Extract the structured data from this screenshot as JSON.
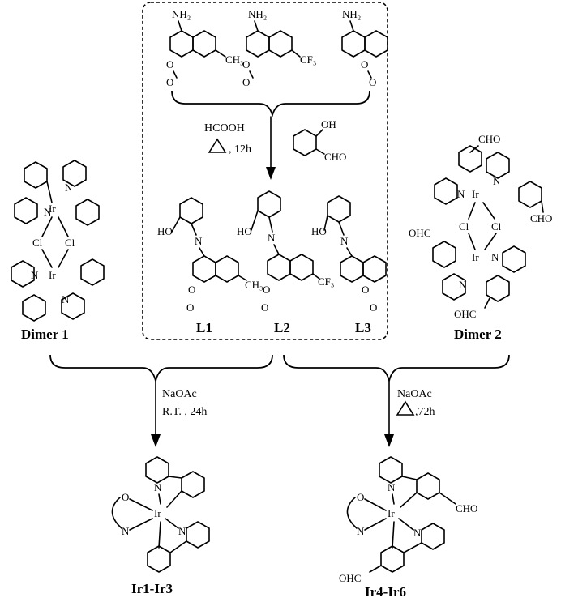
{
  "atoms": {
    "nh2": "NH₂",
    "ch3": "CH₃",
    "cf3": "CF₃",
    "o": "O",
    "oh": "OH",
    "ho": "HO",
    "n": "N",
    "ir": "Ir",
    "cl": "Cl",
    "cho": "CHO",
    "ohc": "OHC"
  },
  "conditions": {
    "step1_reagent": "HCOOH",
    "step1_time": ", 12h",
    "step2_reagent": "NaOAc",
    "step2_time": "R.T. , 24h",
    "step3_reagent": "NaOAc",
    "step3_time": ",72h"
  },
  "labels": {
    "dimer1": "Dimer 1",
    "dimer2": "Dimer 2",
    "l1": "L1",
    "l2": "L2",
    "l3": "L3",
    "product1": "Ir1-Ir3",
    "product2": "Ir4-Ir6"
  },
  "icons": [
    "heat-delta-icon",
    "reaction-arrow-icon"
  ]
}
